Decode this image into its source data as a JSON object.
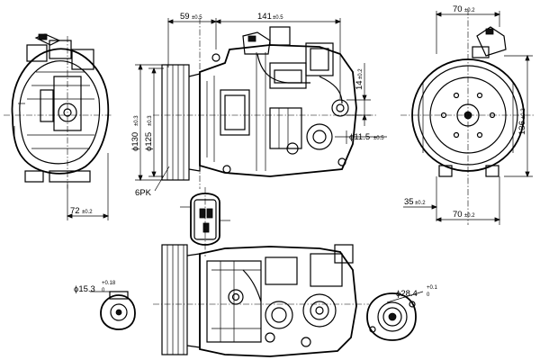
{
  "dimensions": {
    "d59": "59",
    "d59_tol": "±0.5",
    "d141": "141",
    "d141_tol": "±0.5",
    "d70_top": "70",
    "d70_top_tol": "±0.2",
    "d14": "14",
    "d14_tol": "±0.2",
    "phi130": "ϕ130",
    "phi130_tol": "±0.3",
    "phi125": "ϕ125",
    "phi125_tol": "±0.3",
    "phi11_5": "ϕ11.5",
    "phi11_5_tol": "±0.5",
    "d136": "136",
    "d136_tol": "±0.2",
    "d72": "72",
    "d72_tol": "±0.2",
    "d35": "35",
    "d35_tol": "±0.2",
    "d70_bottom": "70",
    "d70_bottom_tol": "±0.2",
    "belt": "6PK",
    "phi15_3": "ϕ15.3",
    "phi15_3_tol_upper": "+0.18",
    "phi15_3_tol_lower": "0",
    "phi28_4": "ϕ28.4",
    "phi28_4_tol_upper": "+0.1",
    "phi28_4_tol_lower": "0"
  },
  "colors": {
    "line": "#000000",
    "background": "#ffffff"
  }
}
